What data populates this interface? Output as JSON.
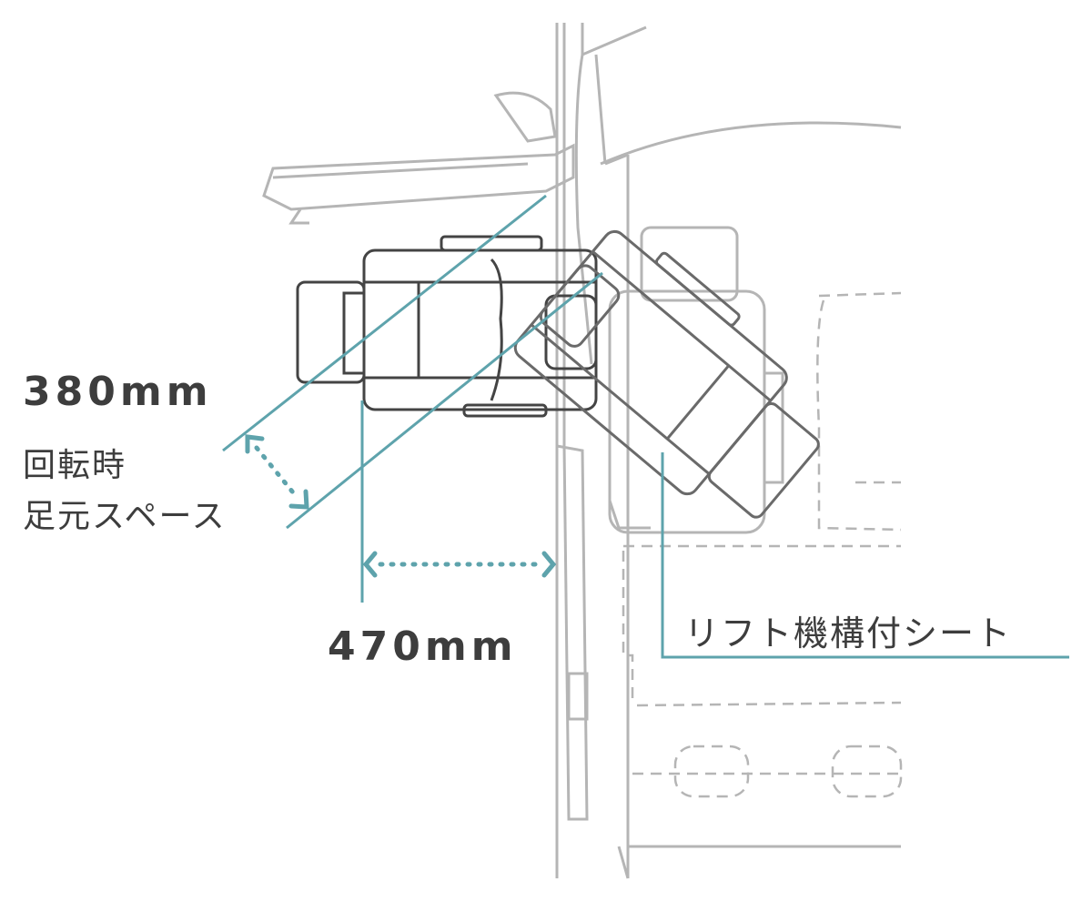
{
  "labels": {
    "width_380": "380mm",
    "rotation_space_line1": "回転時",
    "rotation_space_line2": "足元スペース",
    "width_470": "470mm",
    "lift_seat": "リフト機構付シート"
  },
  "colors": {
    "accent": "#5ea3ac",
    "text": "#3d3d3d",
    "seat": "#444444",
    "vehicle": "#b5b5b5"
  }
}
